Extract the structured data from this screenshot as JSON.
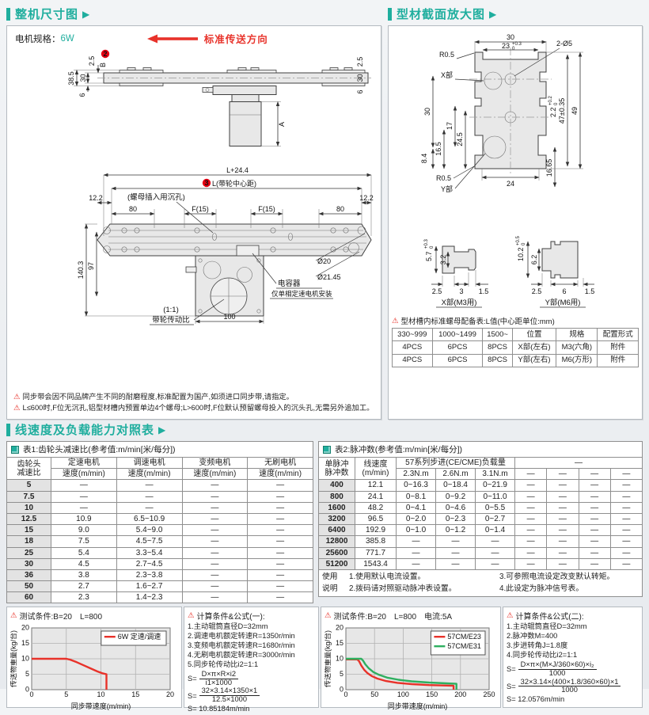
{
  "icons": {
    "warning": "⚠",
    "arrow": "▶"
  },
  "colors": {
    "accent": "#1fae9e",
    "red": "#e8322a",
    "green": "#2eaf5f"
  },
  "sections": {
    "overall": {
      "title": "整机尺寸图",
      "motor_label": "电机规格：",
      "motor_value": "6W",
      "direction": "标准传送方向",
      "sv": {
        "badge": "2",
        "b": "B",
        "d25": "2.5",
        "d385": "38.5",
        "d30": "30",
        "d6": "6",
        "a": "A"
      },
      "tv": {
        "l_overall": "L+24.4",
        "badge": "3",
        "l_center": "L(带轮中心距)",
        "d122": "12.2",
        "d80": "80",
        "f15": "F(15)",
        "d1403": "140.3",
        "d97": "97",
        "dia20": "Ø20",
        "dia2145": "Ø21.45",
        "d100": "100",
        "counterbore": "(螺母插入用沉孔)",
        "cap1": "电容器",
        "cap2": "仅单相定速电机安装",
        "ratio": "(1:1)",
        "ratio_label": "带轮传动比"
      },
      "notes": [
        "同步带会因不同品牌产生不同的耐磨程度,标准配置为国产,如须进口同步带,请指定。",
        "L≤600时,F位无沉孔,铝型材槽内预置单边4个螺母;L>600时,F位默认预留螺母投入的沉头孔,无需另外追加工。"
      ]
    },
    "profile": {
      "title": "型材截面放大图",
      "cs": {
        "d30": "30",
        "d23": "23",
        "d23sup": "+0.3",
        "d23sub": "0",
        "holes": "2-Ø5",
        "r05": "R0.5",
        "xpart": "X部",
        "d30l": "30",
        "d17": "17",
        "d165": "16.5",
        "d245": "24.5",
        "d84": "8.4",
        "ypart": "Y部",
        "d24": "24",
        "d1665": "16.65",
        "d22": "2.2",
        "d22sup": "+0.2",
        "d22sub": "0",
        "d47": "47±0.35",
        "d49": "49"
      },
      "xd": {
        "h": "5.7",
        "hsup": "+0.3",
        "hsub": "0",
        "h2": "3.2",
        "w1": "2.5",
        "w2": "3",
        "w3": "1.5",
        "label": "X部(M3用)"
      },
      "yd": {
        "h": "10.2",
        "hsup": "+0.5",
        "hsub": "0",
        "h2": "6.2",
        "w1": "2.5",
        "w2": "6",
        "w3": "1.5",
        "label": "Y部(M6用)"
      },
      "nut": {
        "title": "型材槽内标准螺母配备表:L值(中心距单位:mm)",
        "headers": [
          "330~999",
          "1000~1499",
          "1500~",
          "位置",
          "规格",
          "配置形式"
        ],
        "rows": [
          [
            "4PCS",
            "6PCS",
            "8PCS",
            "X部(左右)",
            "M3(六角)",
            "附件"
          ],
          [
            "4PCS",
            "6PCS",
            "8PCS",
            "Y部(左右)",
            "M6(方形)",
            "附件"
          ]
        ]
      }
    },
    "speed": {
      "title": "线速度及负载能力对照表",
      "t1": {
        "title": "表1:齿轮头减速比(参考值:m/min[米/每分])",
        "h0a": "齿轮头",
        "h0b": "减速比",
        "groups": [
          "定速电机",
          "调速电机",
          "变频电机",
          "无刷电机"
        ],
        "sub": "速度(m/min)",
        "rows": [
          [
            "5",
            "—",
            "—",
            "—",
            "—"
          ],
          [
            "7.5",
            "—",
            "—",
            "—",
            "—"
          ],
          [
            "10",
            "—",
            "—",
            "—",
            "—"
          ],
          [
            "12.5",
            "10.9",
            "6.5~10.9",
            "—",
            "—"
          ],
          [
            "15",
            "9.0",
            "5.4~9.0",
            "—",
            "—"
          ],
          [
            "18",
            "7.5",
            "4.5~7.5",
            "—",
            "—"
          ],
          [
            "25",
            "5.4",
            "3.3~5.4",
            "—",
            "—"
          ],
          [
            "30",
            "4.5",
            "2.7~4.5",
            "—",
            "—"
          ],
          [
            "36",
            "3.8",
            "2.3~3.8",
            "—",
            "—"
          ],
          [
            "50",
            "2.7",
            "1.6~2.7",
            "—",
            "—"
          ],
          [
            "60",
            "2.3",
            "1.4~2.3",
            "—",
            "—"
          ]
        ]
      },
      "t2": {
        "title": "表2:脉冲数(参考值:m/min[米/每分])",
        "h0a": "单脉冲",
        "h0b": "脉冲数",
        "h1a": "线速度",
        "h1b": "(m/min)",
        "g1": "57系列步进(CE/CME)负载量",
        "g2": "—",
        "subs": [
          "2.3N.m",
          "2.6N.m",
          "3.1N.m",
          "—",
          "—",
          "—",
          "—"
        ],
        "rows": [
          [
            "400",
            "12.1",
            "0~16.3",
            "0~18.4",
            "0~21.9",
            "—",
            "—",
            "—",
            "—"
          ],
          [
            "800",
            "24.1",
            "0~8.1",
            "0~9.2",
            "0~11.0",
            "—",
            "—",
            "—",
            "—"
          ],
          [
            "1600",
            "48.2",
            "0~4.1",
            "0~4.6",
            "0~5.5",
            "—",
            "—",
            "—",
            "—"
          ],
          [
            "3200",
            "96.5",
            "0~2.0",
            "0~2.3",
            "0~2.7",
            "—",
            "—",
            "—",
            "—"
          ],
          [
            "6400",
            "192.9",
            "0~1.0",
            "0~1.2",
            "0~1.4",
            "—",
            "—",
            "—",
            "—"
          ],
          [
            "12800",
            "385.8",
            "—",
            "—",
            "—",
            "—",
            "—",
            "—",
            "—"
          ],
          [
            "25600",
            "771.7",
            "—",
            "—",
            "—",
            "—",
            "—",
            "—",
            "—"
          ],
          [
            "51200",
            "1543.4",
            "—",
            "—",
            "—",
            "—",
            "—",
            "—",
            "—"
          ]
        ]
      },
      "usage": {
        "l1": "使用",
        "l2": "说明",
        "a": "1.使用默认电流设置。",
        "b": "2.拨码请对照驱动脉冲表设置。",
        "c": "3.可参照电流设定改变默认转矩。",
        "d": "4.此设定为脉冲信号表。"
      }
    },
    "bottom": {
      "t1": {
        "title": "测试条件:B=20　L=800"
      },
      "c1": {
        "title": "计算条件&公式(一):",
        "items": [
          "1.主动辊筒直径D=32mm",
          "2.调速电机额定转速R=1350r/min",
          "3.变频电机额定转速R=1680r/min",
          "4.无刷电机额定转速R=3000r/min",
          "5.同步轮传动比i2=1:1"
        ],
        "lead": "S=",
        "f1n": "D×π×R×i2",
        "f1d": "i1×1000",
        "f2n": "32×3.14×1350×1",
        "f2d": "12.5×1000",
        "res": "S= 10.85184m/min"
      },
      "t2": {
        "title": "测试条件:B=20　L=800　电流:5A"
      },
      "c2": {
        "title": "计算条件&公式(二):",
        "items": [
          "1.主动辊筒直径D=32mm",
          "2.脉冲数M=400",
          "3.步进转角J=1.8度",
          "4.同步轮传动比i2=1:1"
        ],
        "lead": "S=",
        "f1n": "D×π×(M×J/360×60)×i₂",
        "f1d": "1000",
        "f2n": "32×3.14×(400×1.8/360×60)×1",
        "f2d": "1000",
        "res": "S= 12.0576m/min"
      }
    }
  },
  "chart_data": [
    {
      "type": "line",
      "title": "",
      "xlabel": "同步带速度(m/min)",
      "ylabel": "传送物重量(kg/台)",
      "xlim": [
        0,
        20
      ],
      "ylim": [
        0,
        20
      ],
      "xticks": [
        0,
        5,
        10,
        15,
        20
      ],
      "yticks": [
        0,
        5,
        10,
        15,
        20
      ],
      "grid": true,
      "legend_position": "top-right",
      "series": [
        {
          "name": "6W 定速/调速",
          "color": "#e8322a",
          "points": [
            [
              0,
              10
            ],
            [
              5,
              10
            ],
            [
              5.6,
              9.7
            ],
            [
              6.5,
              8.9
            ],
            [
              7.5,
              7.9
            ],
            [
              8.5,
              6.9
            ],
            [
              9.5,
              5.9
            ],
            [
              10.2,
              5.3
            ],
            [
              10.8,
              5
            ],
            [
              10.8,
              0
            ]
          ]
        }
      ]
    },
    {
      "type": "line",
      "title": "",
      "xlabel": "同步带速度(m/min)",
      "ylabel": "传送物重量(kg/台)",
      "xlim": [
        0,
        250
      ],
      "ylim": [
        0,
        20
      ],
      "xticks": [
        0,
        50,
        100,
        150,
        200,
        250
      ],
      "yticks": [
        0,
        5,
        10,
        15,
        20
      ],
      "grid": true,
      "legend_position": "top-right",
      "series": [
        {
          "name": "57CM/E23",
          "color": "#e8322a",
          "points": [
            [
              0,
              9.8
            ],
            [
              20,
              9.8
            ],
            [
              23,
              9.2
            ],
            [
              27,
              7.8
            ],
            [
              32,
              6.4
            ],
            [
              38,
              5.3
            ],
            [
              45,
              4.4
            ],
            [
              55,
              3.6
            ],
            [
              70,
              2.8
            ],
            [
              90,
              2.2
            ],
            [
              115,
              1.8
            ],
            [
              145,
              1.5
            ],
            [
              170,
              1.35
            ],
            [
              188,
              1.25
            ],
            [
              188,
              0
            ]
          ]
        },
        {
          "name": "57CM/E31",
          "color": "#2eaf5f",
          "points": [
            [
              0,
              10
            ],
            [
              27,
              10
            ],
            [
              30,
              9.4
            ],
            [
              34,
              8.2
            ],
            [
              40,
              6.9
            ],
            [
              48,
              5.7
            ],
            [
              58,
              4.8
            ],
            [
              72,
              3.9
            ],
            [
              92,
              3.2
            ],
            [
              115,
              2.7
            ],
            [
              145,
              2.3
            ],
            [
              175,
              2.05
            ],
            [
              193,
              1.9
            ],
            [
              193,
              0
            ]
          ]
        }
      ]
    }
  ]
}
